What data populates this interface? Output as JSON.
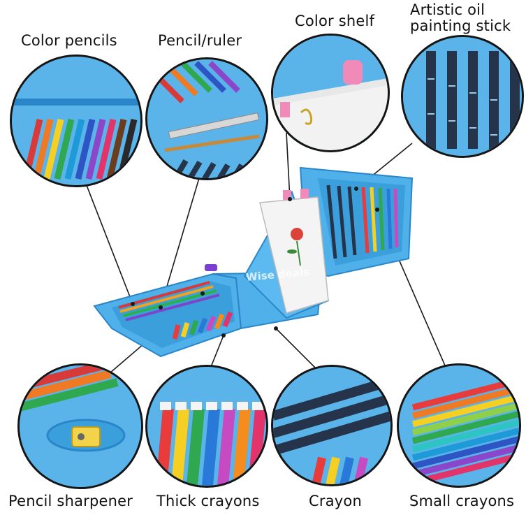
{
  "labels": {
    "color_pencils": "Color pencils",
    "pencil_ruler": "Pencil/ruler",
    "color_shelf": "Color shelf",
    "oil_stick_line1": "Artistic oil",
    "oil_stick_line2": "painting stick",
    "pencil_sharpener": "Pencil sharpener",
    "thick_crayons": "Thick crayons",
    "crayon": "Crayon",
    "small_crayons": "Small crayons"
  },
  "watermark": "Wise deals",
  "colors": {
    "case_blue": "#4fb0ea",
    "case_dark": "#2a86c9",
    "leader_line": "#1a1a1a",
    "paper": "#f4f4f4"
  }
}
